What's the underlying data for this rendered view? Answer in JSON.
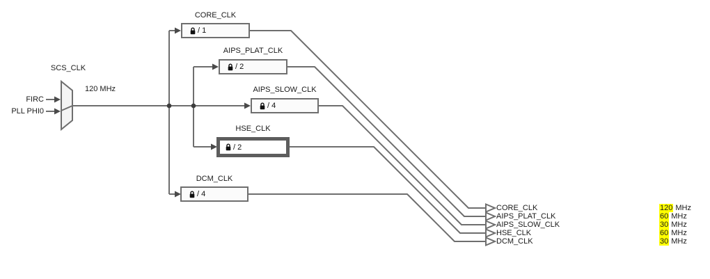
{
  "mux": {
    "label": "SCS_CLK",
    "inputs": [
      {
        "label": "FIRC"
      },
      {
        "label": "PLL PHI0"
      }
    ],
    "output_freq": "120 MHz",
    "selected_input": "PLL PHI0"
  },
  "dividers": [
    {
      "label": "CORE_CLK",
      "value": "/ 1",
      "selected": false
    },
    {
      "label": "AIPS_PLAT_CLK",
      "value": "/ 2",
      "selected": false
    },
    {
      "label": "AIPS_SLOW_CLK",
      "value": "/ 4",
      "selected": false
    },
    {
      "label": "HSE_CLK",
      "value": "/ 2",
      "selected": true
    },
    {
      "label": "DCM_CLK",
      "value": "/ 4",
      "selected": false
    }
  ],
  "outputs": [
    {
      "label": "CORE_CLK",
      "freq": "120",
      "unit": "MHz"
    },
    {
      "label": "AIPS_PLAT_CLK",
      "freq": "60",
      "unit": "MHz"
    },
    {
      "label": "AIPS_SLOW_CLK",
      "freq": "30",
      "unit": "MHz"
    },
    {
      "label": "HSE_CLK",
      "freq": "60",
      "unit": "MHz"
    },
    {
      "label": "DCM_CLK",
      "freq": "30",
      "unit": "MHz"
    }
  ],
  "icons": {
    "lock": "lock-icon",
    "mux_input_arrow": "arrowhead-icon",
    "output_port": "output-port-arrow-icon"
  },
  "colors": {
    "wire": "#6e6e6e",
    "box_fill": "#fbfbfb",
    "selected_border": "#5d5d5d",
    "highlight": "#ffff00",
    "text": "#1a1a1a"
  }
}
